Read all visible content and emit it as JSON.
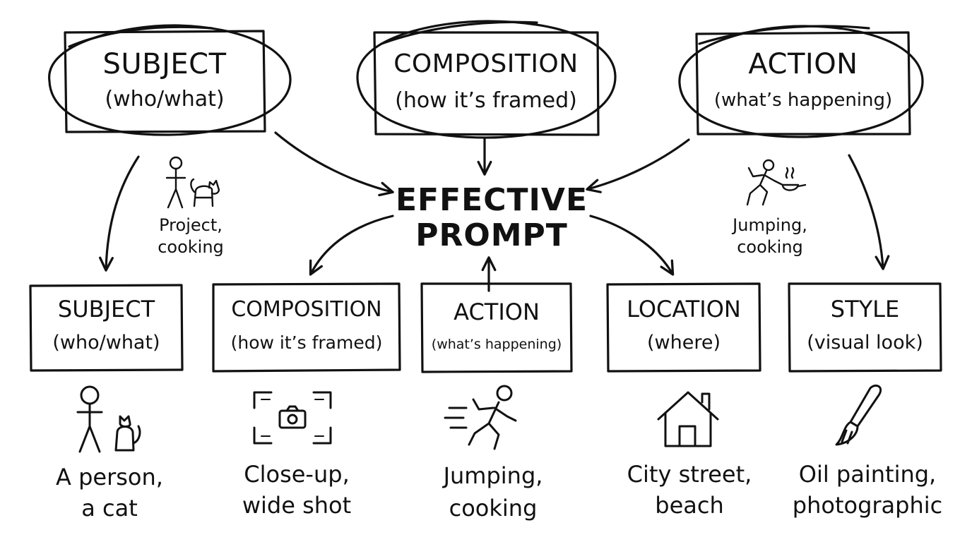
{
  "top_nodes": [
    {
      "title": "SUBJECT",
      "subtitle": "(who/what)"
    },
    {
      "title": "COMPOSITION",
      "subtitle": "(how it’s framed)"
    },
    {
      "title": "ACTION",
      "subtitle": "(what’s happening)"
    }
  ],
  "center": {
    "line1": "EFFECTIVE",
    "line2": "PROMPT"
  },
  "side_notes": [
    {
      "line1": "Project,",
      "line2": "cooking",
      "icon": "person-cat-icon"
    },
    {
      "line1": "Jumping,",
      "line2": "cooking",
      "icon": "runner-pan-icon"
    }
  ],
  "bottom_nodes": [
    {
      "title": "SUBJECT",
      "subtitle": "(who/what)",
      "icon": "person-cat-icon",
      "ex1": "A person,",
      "ex2": "a cat"
    },
    {
      "title": "COMPOSITION",
      "subtitle": "(how it’s framed)",
      "icon": "camera-frame-icon",
      "ex1": "Close-up,",
      "ex2": "wide shot"
    },
    {
      "title": "ACTION",
      "subtitle": "(what’s happening)",
      "icon": "running-person-icon",
      "ex1": "Jumping,",
      "ex2": "cooking"
    },
    {
      "title": "LOCATION",
      "subtitle": "(where)",
      "icon": "house-icon",
      "ex1": "City street,",
      "ex2": "beach"
    },
    {
      "title": "STYLE",
      "subtitle": "(visual look)",
      "icon": "paintbrush-icon",
      "ex1": "Oil painting,",
      "ex2": "photographic"
    }
  ]
}
